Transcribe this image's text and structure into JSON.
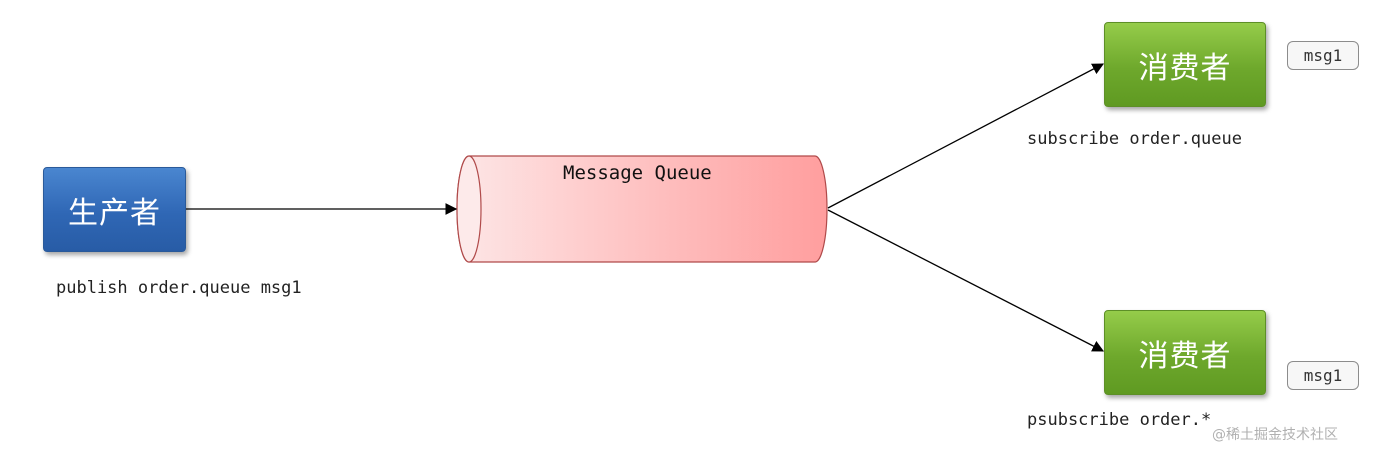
{
  "producer": {
    "label": "生产者"
  },
  "queue": {
    "label": "Message Queue"
  },
  "consumers": [
    {
      "label": "消费者",
      "command": "subscribe order.queue",
      "received": "msg1"
    },
    {
      "label": "消费者",
      "command": "psubscribe order.*",
      "received": "msg1"
    }
  ],
  "publish_command": "publish order.queue msg1",
  "watermark": "@稀土掘金技术社区",
  "colors": {
    "producer": "#2f67b5",
    "consumer": "#6ea82c",
    "queue_fill_start": "#fde6e6",
    "queue_fill_end": "#ff9e9e",
    "queue_stroke": "#b04a4a",
    "arrow": "#000000"
  }
}
